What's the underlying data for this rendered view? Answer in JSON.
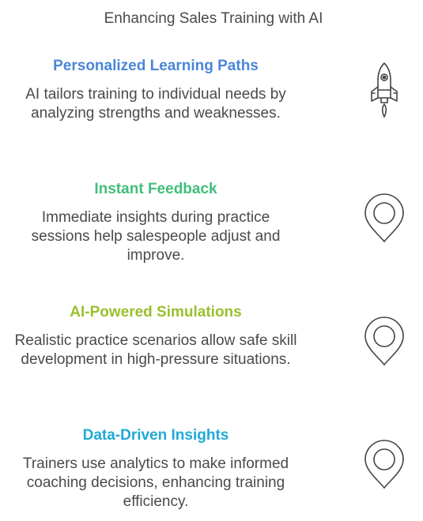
{
  "title": "Enhancing Sales Training with AI",
  "sections": [
    {
      "title": "Personalized Learning Paths",
      "title_color": "#4a86d8",
      "body": "AI tailors training to individual needs by analyzing strengths and weaknesses.",
      "icon": "rocket-icon"
    },
    {
      "title": "Instant Feedback",
      "title_color": "#3fbf7a",
      "body": "Immediate insights during practice sessions help salespeople adjust and improve.",
      "icon": "location-pin-icon"
    },
    {
      "title": "AI-Powered Simulations",
      "title_color": "#9bbf2e",
      "body": "Realistic practice scenarios allow safe skill development in high-pressure situations.",
      "icon": "location-pin-icon"
    },
    {
      "title": "Data-Driven Insights",
      "title_color": "#1faad6",
      "body": "Trainers use analytics to make informed coaching decisions, enhancing training efficiency.",
      "icon": "location-pin-icon"
    }
  ]
}
